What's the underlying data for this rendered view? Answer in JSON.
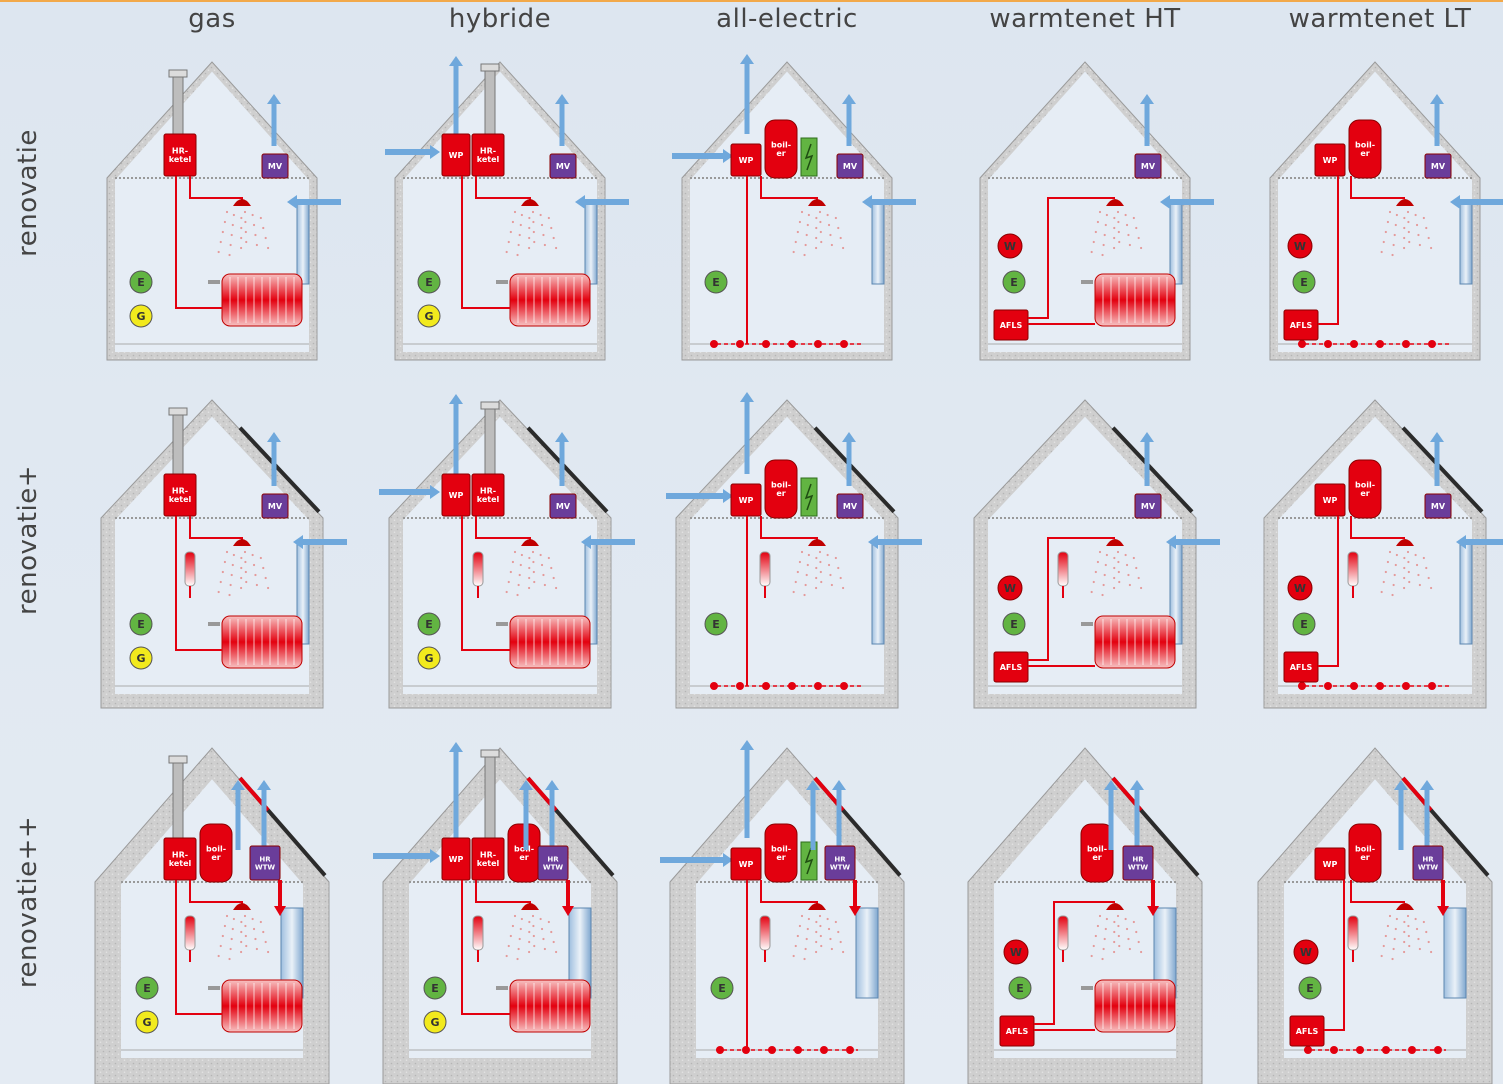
{
  "columns": [
    "gas",
    "hybride",
    "all-electric",
    "warmtenet HT",
    "warmtenet LT"
  ],
  "rows": [
    "renovatie",
    "renovatie+",
    "renovatie++"
  ],
  "colors": {
    "wall": "#c9c9c9",
    "red": "#e3000f",
    "air": "#6fa8dc",
    "mv": "#6a3d9a",
    "solar": "#2b2b2b",
    "electric": "#62b442",
    "gas": "#f2ea1d"
  },
  "labels": {
    "hr_ketel": "HR-\nketel",
    "wp": "WP",
    "boiler": "boil-\ner",
    "mv": "MV",
    "hr_wtw": "HR\nWTW",
    "afls": "AFLS",
    "e": "E",
    "g": "G",
    "w": "W"
  }
}
